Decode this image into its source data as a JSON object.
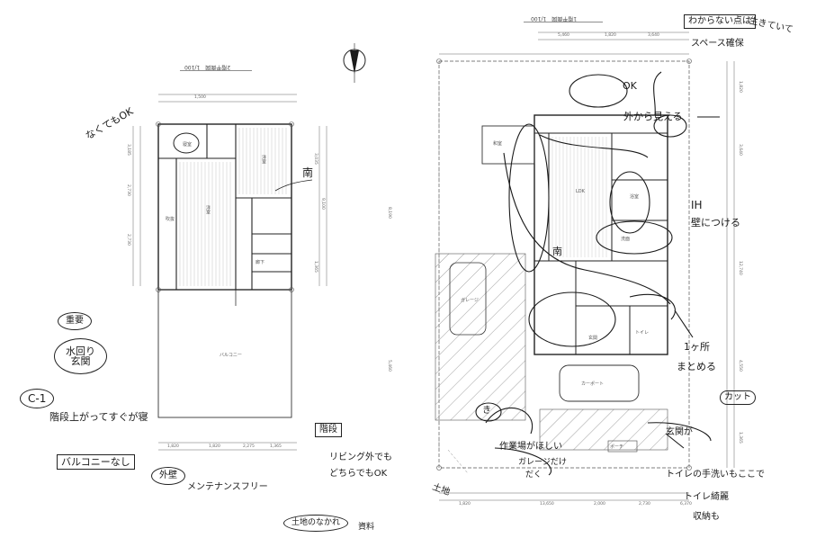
{
  "left_plan": {
    "title": "2階平面図　1/100",
    "room_labels": [
      "寝室",
      "洋室",
      "洋室",
      "廊下",
      "バルコニー",
      "吹抜"
    ],
    "dimensions": [
      "1,500",
      "3,185",
      "2,730",
      "2,730",
      "9,100",
      "3,035",
      "1,365",
      "8,190",
      "1,820",
      "1,820",
      "2,275",
      "1,365",
      "5,460"
    ]
  },
  "right_plan": {
    "title": "1階平面図　1/100",
    "room_labels": [
      "LDK",
      "和室",
      "玄関",
      "浴室",
      "洗面",
      "トイレ",
      "ガレージ",
      "ポーチ",
      "カーポート"
    ],
    "dimensions": [
      "5,460",
      "1,820",
      "3,640",
      "1,820",
      "3,640",
      "12,740",
      "4,550",
      "1,365",
      "1,820",
      "13,650",
      "2,000",
      "2,730",
      "6,370"
    ]
  },
  "notes": {
    "top_left_ok": "なくてもOK",
    "minami": "南",
    "juyo": "重要",
    "mizumawari_genkan": "水回り\n玄関",
    "c1": "C-1",
    "kaidan_note": "階段上がってすぐが寝",
    "balcony": "バルコニーなし",
    "gaiheki": "外壁",
    "maintenance": "メンテナンスフリー",
    "kaidan_box": "階段",
    "living_note": "リビング外でも",
    "dochira_ok": "どちらでもOK",
    "tochi_bottom": "土地のなかれ",
    "shiryo": "資料",
    "top_right_box": "わからない点は",
    "ikiteiru": "生きていて",
    "sukisuki": "スペース確保",
    "ok_mark": "OK",
    "soto_mieru": "外から見える",
    "ih": "IH",
    "kabe_tsukeru": "壁につける",
    "minami_small": "南",
    "ikkasho": "1ヶ所",
    "matomeru": "まとめる",
    "katto_box": "カット",
    "kiri": "き",
    "genkan_note": "玄関が",
    "sagyoba": "作業場がほしい",
    "garage_dake": "ガレージだけ",
    "dake": "だく",
    "toilet_note": "トイレの手洗いもここで",
    "toilet_kirei": "トイレ綺麗",
    "shuno": "収納も",
    "bottom_left_note": "土地"
  },
  "colors": {
    "ink": "#1a1a1a",
    "pencil": "#555555",
    "paper": "#ffffff",
    "hatch": "#777777"
  }
}
